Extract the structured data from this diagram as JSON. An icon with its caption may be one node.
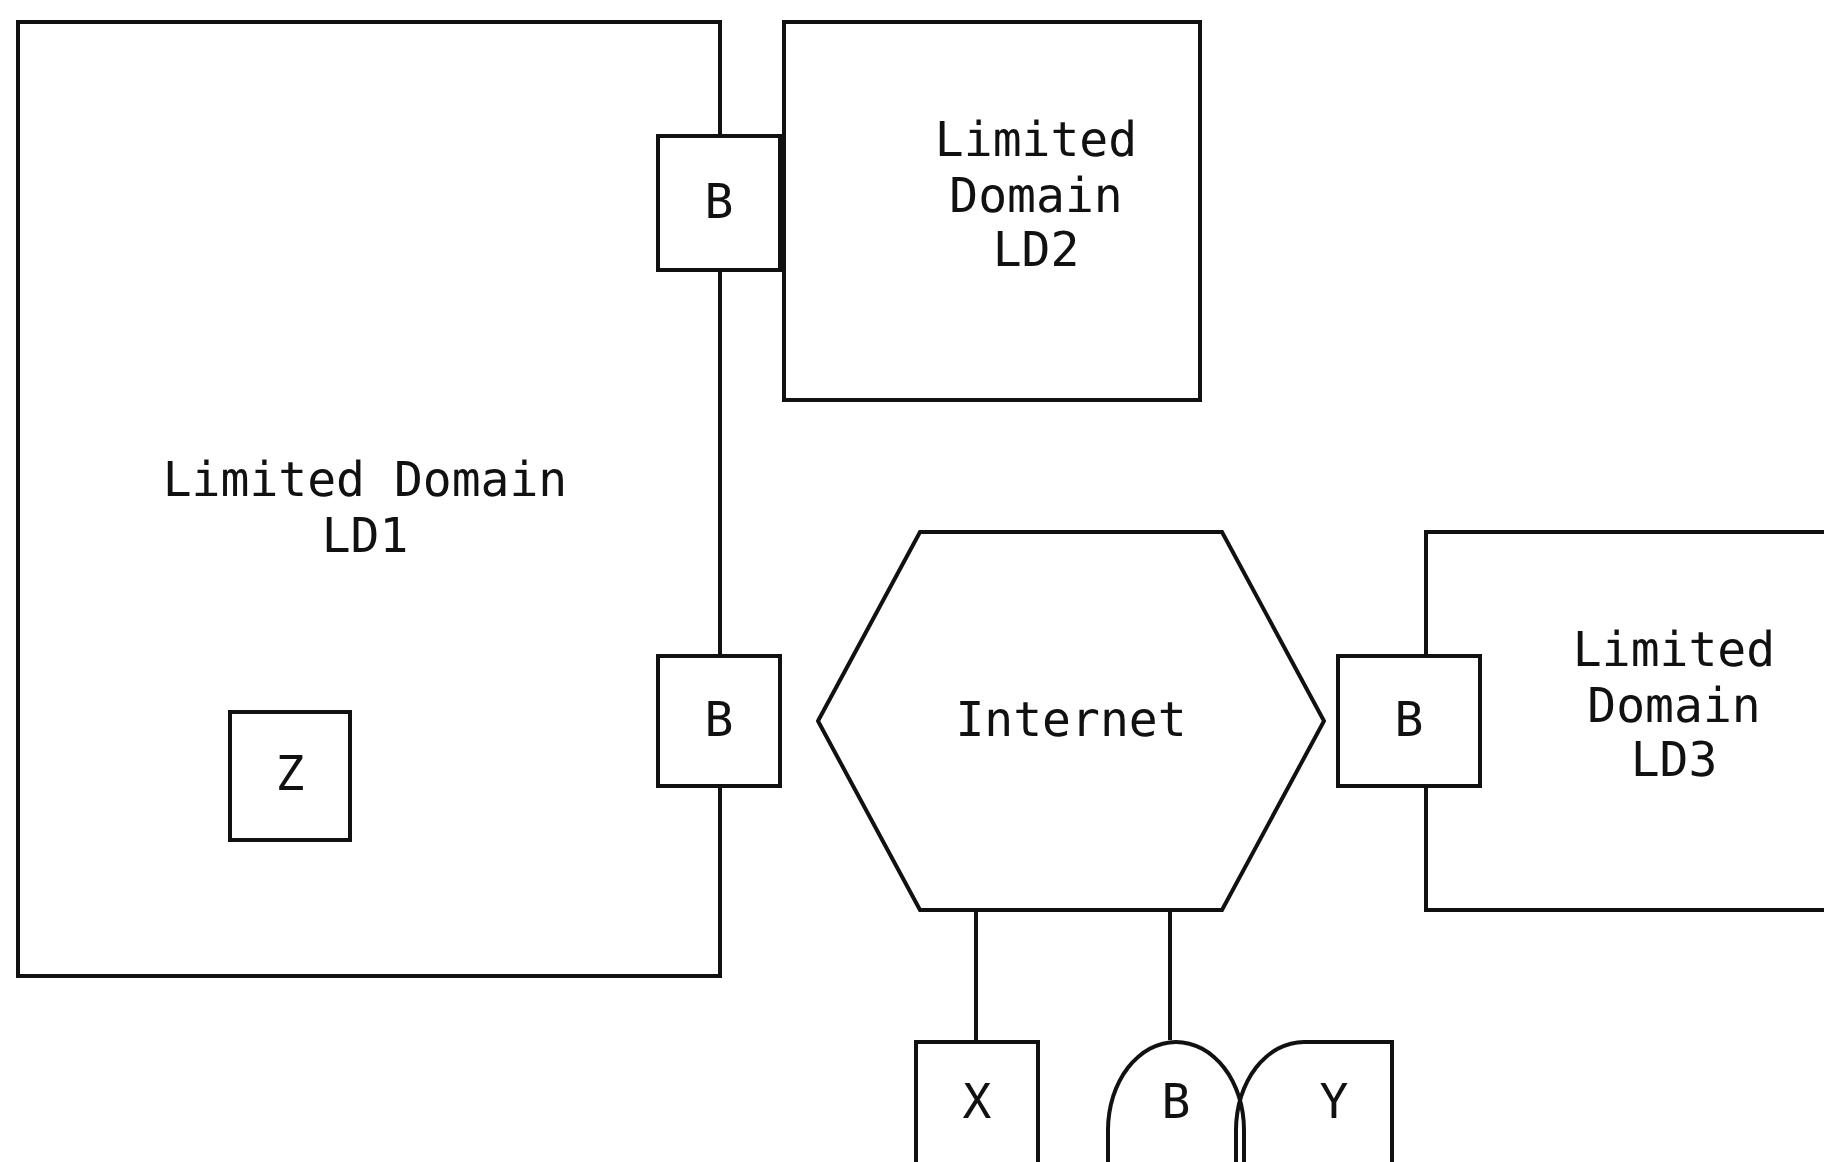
{
  "diagram": {
    "nodes": [
      {
        "text": [
          "Limited Domain LD1"
        ]
      },
      {
        "text": [
          "B"
        ]
      },
      {
        "text": [
          "Limited Domain LD2"
        ]
      },
      {
        "text": [
          "B"
        ]
      },
      {
        "text": [
          "Internet"
        ]
      },
      {
        "text": [
          "B"
        ]
      },
      {
        "text": [
          "Limited Domain LD3"
        ]
      },
      {
        "text": [
          "Z"
        ],
        "in": 0
      },
      {
        "text": [
          "X"
        ]
      },
      {
        "text": [
          "B"
        ]
      },
      {
        "text": [
          "Y"
        ]
      }
    ],
    "edges": [
      {
        "from": 4,
        "to": 8,
        "arrow": "none"
      },
      {
        "from": 4,
        "to": 9,
        "arrow": "none"
      }
    ]
  }
}
